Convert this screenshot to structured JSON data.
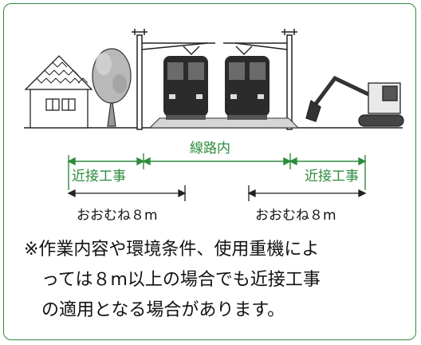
{
  "colors": {
    "accent": "#2e8b3c",
    "text": "#111111"
  },
  "scene": {
    "icons": [
      "house-icon",
      "tree-icon",
      "overhead-pole-icon",
      "train-icon",
      "excavator-icon"
    ]
  },
  "zone": {
    "within_track_label": "線路内",
    "near_work_left_label": "近接工事",
    "near_work_right_label": "近接工事",
    "distance_left_label": "おおむね８m",
    "distance_right_label": "おおむね８m"
  },
  "note": {
    "line1": "※作業内容や環境条件、使用重機によ",
    "line2": "っては８m以上の場合でも近接工事",
    "line3": "の適用となる場合があります。"
  }
}
